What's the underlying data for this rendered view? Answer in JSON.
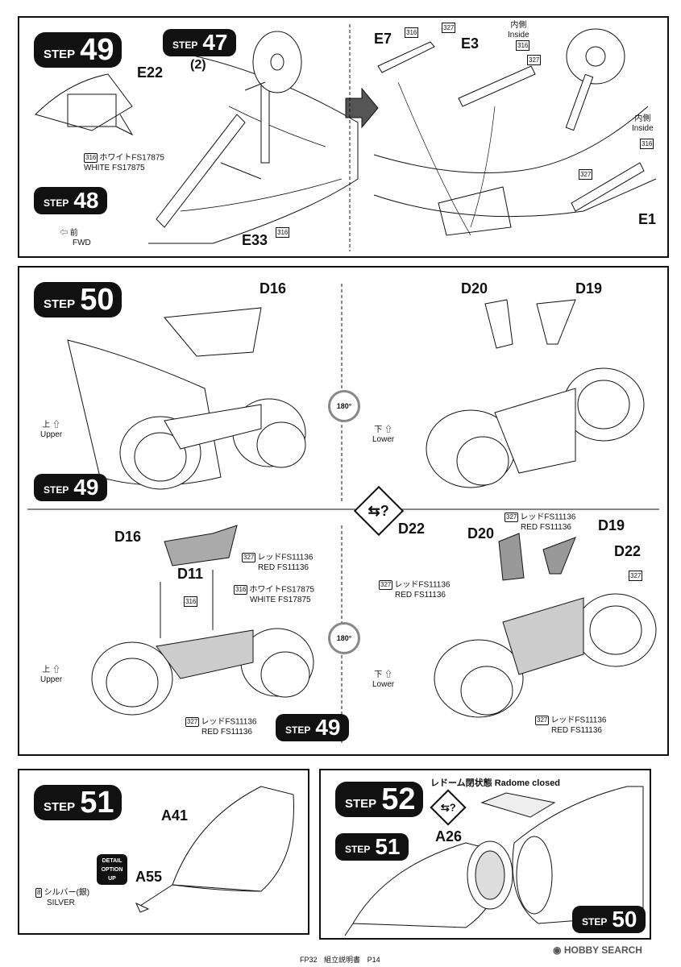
{
  "panel_top": {
    "step49": "49",
    "step47": "47",
    "step47_sub": "(2)",
    "step48": "48",
    "step_word": "STEP",
    "parts": {
      "e22": "E22",
      "e33": "E33",
      "e7": "E7",
      "e3": "E3",
      "e1": "E1"
    },
    "white_note": {
      "code": "316",
      "jp": "ホワイトFS17875",
      "en": "WHITE FS17875"
    },
    "fwd": {
      "jp": "前",
      "en": "FWD"
    },
    "inside1": {
      "jp": "内側",
      "en": "Inside"
    },
    "inside2": {
      "jp": "内側",
      "en": "Inside"
    },
    "codes": [
      "316",
      "327",
      "316",
      "327",
      "316",
      "327",
      "316"
    ]
  },
  "panel_mid": {
    "step50": "50",
    "step49a": "49",
    "step49b": "49",
    "parts": {
      "d16a": "D16",
      "d20a": "D20",
      "d19a": "D19",
      "d16b": "D16",
      "d11": "D11",
      "d22a": "D22",
      "d20b": "D20",
      "d19b": "D19",
      "d22b": "D22"
    },
    "upper": {
      "jp": "上",
      "en": "Upper"
    },
    "lower": {
      "jp": "下",
      "en": "Lower"
    },
    "rotate": "180°",
    "red1": {
      "code": "327",
      "jp": "レッドFS11136",
      "en": "RED FS11136"
    },
    "white": {
      "code": "316",
      "jp": "ホワイトFS17875",
      "en": "WHITE FS17875"
    },
    "red2": {
      "code": "327",
      "jp": "レッドFS11136",
      "en": "RED FS11136"
    },
    "red3": {
      "code": "327",
      "jp": "レッドFS11136",
      "en": "RED FS11136"
    },
    "red4": {
      "code": "327",
      "jp": "レッドFS11136",
      "en": "RED FS11136"
    },
    "red5": {
      "code": "327",
      "jp": "レッドFS11136",
      "en": "RED FS11136"
    },
    "small_codes": [
      "316",
      "327"
    ]
  },
  "panel_bl": {
    "step51": "51",
    "a41": "A41",
    "a55": "A55",
    "detail": [
      "DETAIL",
      "OPTION",
      "UP"
    ],
    "silver": {
      "code": "8",
      "jp": "シルバー(銀)",
      "en": "SILVER"
    }
  },
  "panel_br": {
    "step52": "52",
    "step51": "51",
    "step50": "50",
    "radome": "レドーム閉状態 Radome closed",
    "a26": "A26"
  },
  "footer": {
    "code": "FP32",
    "title": "組立説明書",
    "page": "P14",
    "watermark": "HOBBY SEARCH"
  }
}
